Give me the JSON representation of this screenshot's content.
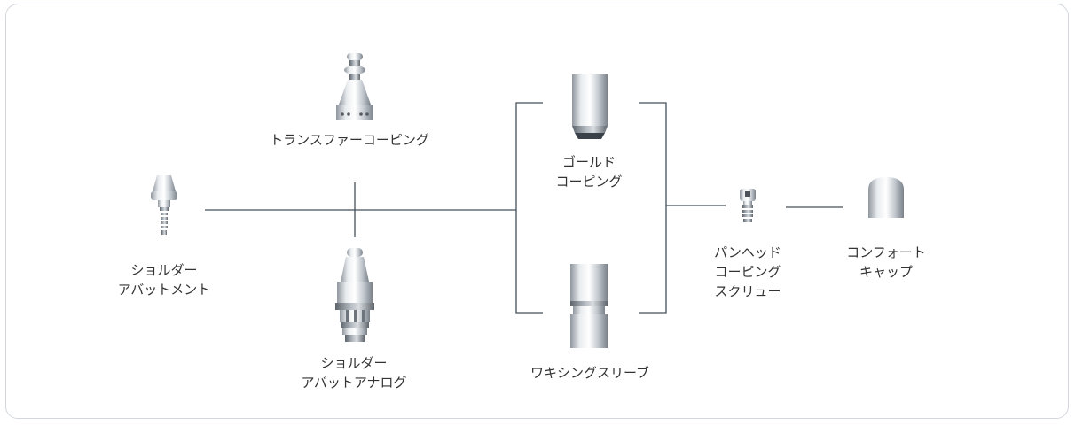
{
  "colors": {
    "line": "#43505b",
    "metal_light": "#e9ecef",
    "metal_mid": "#b9bfc6",
    "metal_dark": "#6d747c",
    "text": "#333333"
  },
  "components": [
    {
      "id": "shoulder-abutment",
      "label_lines": [
        "ショルダー",
        "アバットメント"
      ]
    },
    {
      "id": "transfer-coping",
      "label_lines": [
        "トランスファーコーピング"
      ]
    },
    {
      "id": "shoulder-abutment-analog",
      "label_lines": [
        "ショルダー",
        "アバットアナログ"
      ]
    },
    {
      "id": "gold-coping",
      "label_lines": [
        "ゴールド",
        "コーピング"
      ]
    },
    {
      "id": "waxing-sleeve",
      "label_lines": [
        "ワキシングスリーブ"
      ]
    },
    {
      "id": "pan-head-coping-screw",
      "label_lines": [
        "パンヘッド",
        "コーピング",
        "スクリュー"
      ]
    },
    {
      "id": "comfort-cap",
      "label_lines": [
        "コンフォート",
        "キャップ"
      ]
    }
  ]
}
